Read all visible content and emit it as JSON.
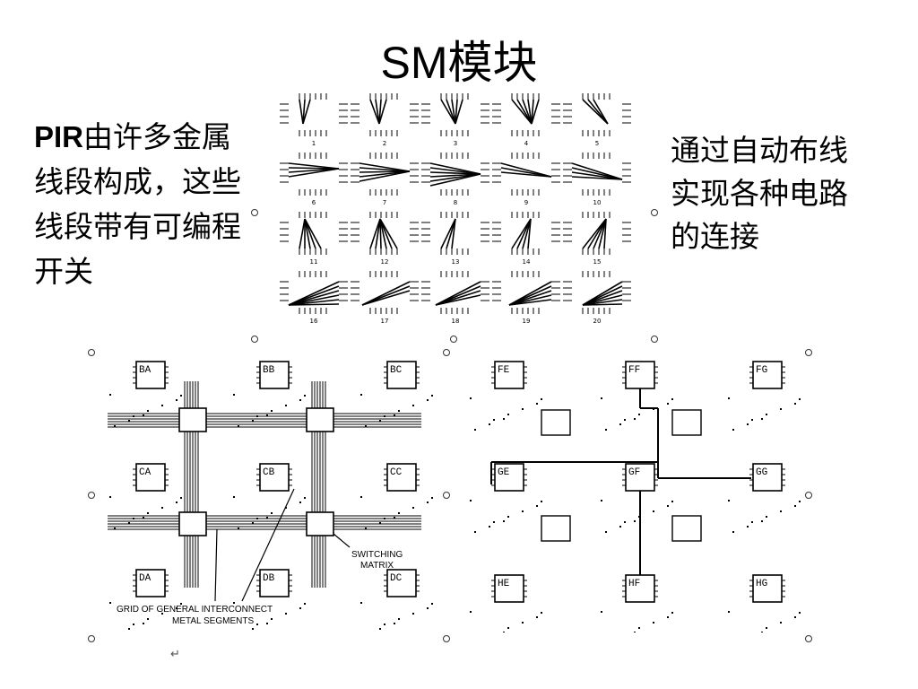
{
  "slide": {
    "title": "SM模块",
    "left_bold": "PIR",
    "left_rest": "由许多金属线段构成，这些线段带有可编程开关",
    "right_text": "通过自动布线实现各种电路的连接"
  },
  "pattern_grid": {
    "numbers": [
      "1",
      "2",
      "3",
      "4",
      "5",
      "6",
      "7",
      "8",
      "9",
      "10",
      "11",
      "12",
      "13",
      "14",
      "15",
      "16",
      "17",
      "18",
      "19",
      "20"
    ]
  },
  "left_diagram": {
    "blocks": [
      "BA",
      "BB",
      "BC",
      "CA",
      "CB",
      "CC",
      "DA",
      "DB",
      "DC"
    ],
    "switching_label_1": "SWITCHING",
    "switching_label_2": "MATRIX",
    "grid_label_1": "GRID OF GENERAL INTERCONNECT",
    "grid_label_2": "METAL SEGMENTS"
  },
  "right_diagram": {
    "blocks": [
      "FE",
      "FF",
      "FG",
      "GE",
      "GF",
      "GG",
      "HE",
      "HF",
      "HG"
    ]
  },
  "footer": {
    "mark": "↵"
  }
}
